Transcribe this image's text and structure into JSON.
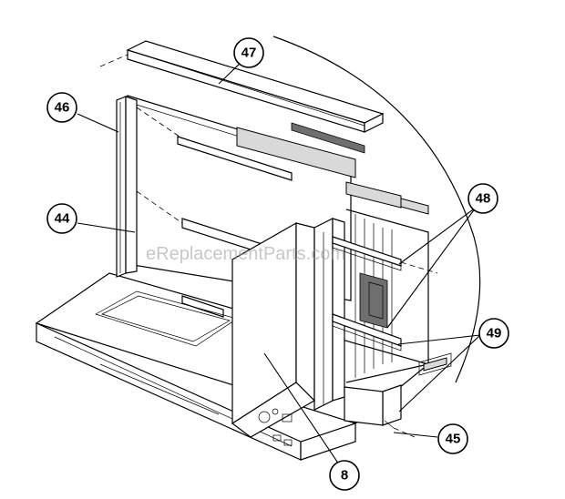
{
  "watermark": "eReplacementParts.com",
  "callouts": [
    {
      "id": "c47",
      "label": "47"
    },
    {
      "id": "c46",
      "label": "46"
    },
    {
      "id": "c44",
      "label": "44"
    },
    {
      "id": "c48",
      "label": "48"
    },
    {
      "id": "c49",
      "label": "49"
    },
    {
      "id": "c45",
      "label": "45"
    },
    {
      "id": "c8",
      "label": "8"
    }
  ]
}
